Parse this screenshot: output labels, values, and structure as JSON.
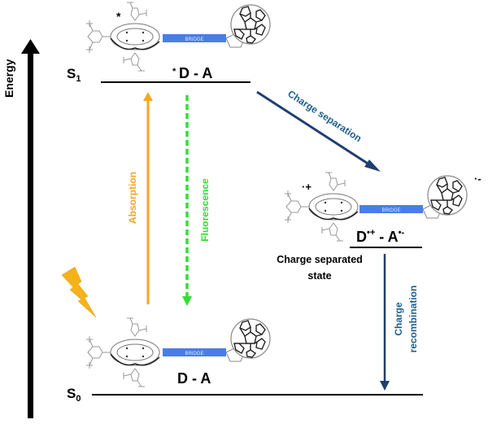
{
  "axis": {
    "label": "Energy"
  },
  "levels": {
    "s1": {
      "label": "S",
      "sub": "1",
      "state": "D - A",
      "star": "*"
    },
    "s0": {
      "label": "S",
      "sub": "0",
      "state": "D - A"
    },
    "cs": {
      "donor": "D",
      "donor_sup": "•+",
      "sep": " - ",
      "acceptor": "A",
      "acceptor_sup": "•-",
      "caption_line1": "Charge separated",
      "caption_line2": "state"
    }
  },
  "molecules": {
    "bridge_label": "BRIDGE",
    "excited_mark": "*",
    "cation_mark": "·+",
    "anion_mark": "·-"
  },
  "transitions": {
    "absorption": {
      "label": "Absorption",
      "color": "#f5a623"
    },
    "fluorescence": {
      "label": "Fluorescence",
      "color": "#33dd33"
    },
    "charge_separation": {
      "label": "Charge separation",
      "color": "#1f3f6e"
    },
    "charge_recombination": {
      "label_line1": "Charge",
      "label_line2": "recombination",
      "color": "#1f3f6e"
    }
  },
  "colors": {
    "bridge": "#4a7de8",
    "lightning": "#f5b21a",
    "text_blue": "#1f5f8e"
  }
}
